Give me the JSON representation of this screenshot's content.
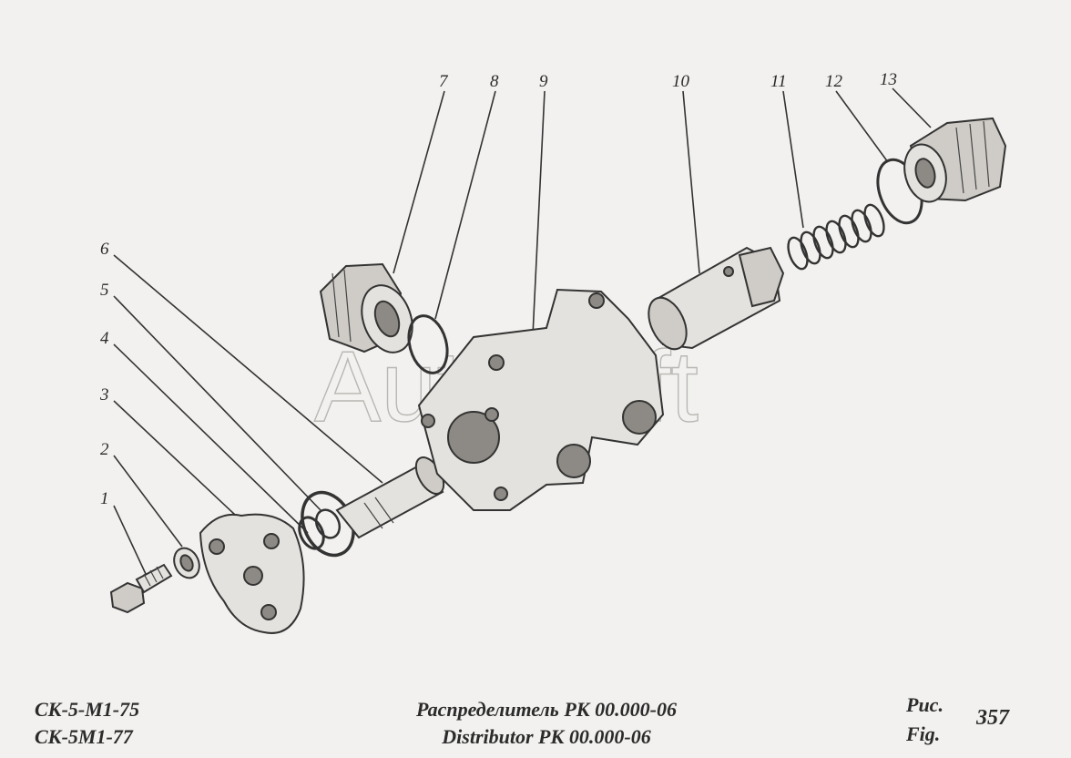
{
  "callouts": [
    "1",
    "2",
    "3",
    "4",
    "5",
    "6",
    "7",
    "8",
    "9",
    "10",
    "11",
    "12",
    "13"
  ],
  "watermark": "AutoSoft",
  "footer": {
    "model_line_1": "СК-5-М1-75",
    "model_line_2": "СК-5М1-77",
    "title_ru": "Распределитель РК 00.000-06",
    "title_en": "Distributor РК 00.000-06",
    "fig_label_ru": "Рис.",
    "fig_label_en": "Fig.",
    "fig_number": "357"
  }
}
